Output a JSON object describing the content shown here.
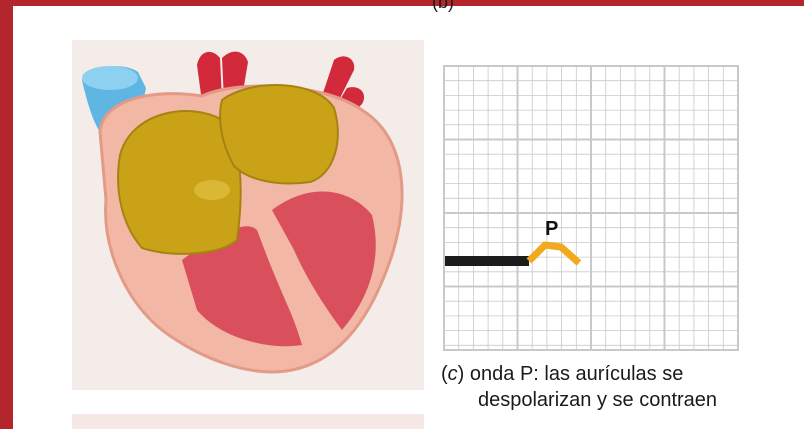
{
  "top_clip_text": "(b)",
  "ecg": {
    "wave_label": "P",
    "colors": {
      "grid": "#c9c9c9",
      "baseline": "#1c1c1c",
      "p_wave": "#f2a91d"
    }
  },
  "caption": {
    "open": "(",
    "letter": "c",
    "close": ")",
    "line1": "onda P: las aurículas se",
    "line2": "despolarizan y se contraen"
  },
  "colors": {
    "frame": "#b3262b",
    "atria": "#c9a217",
    "ventricles": "#d9505c",
    "muscle": "#f2b7a5",
    "vessels": "#d22a3a",
    "vena_cava": "#5fb6e3"
  }
}
